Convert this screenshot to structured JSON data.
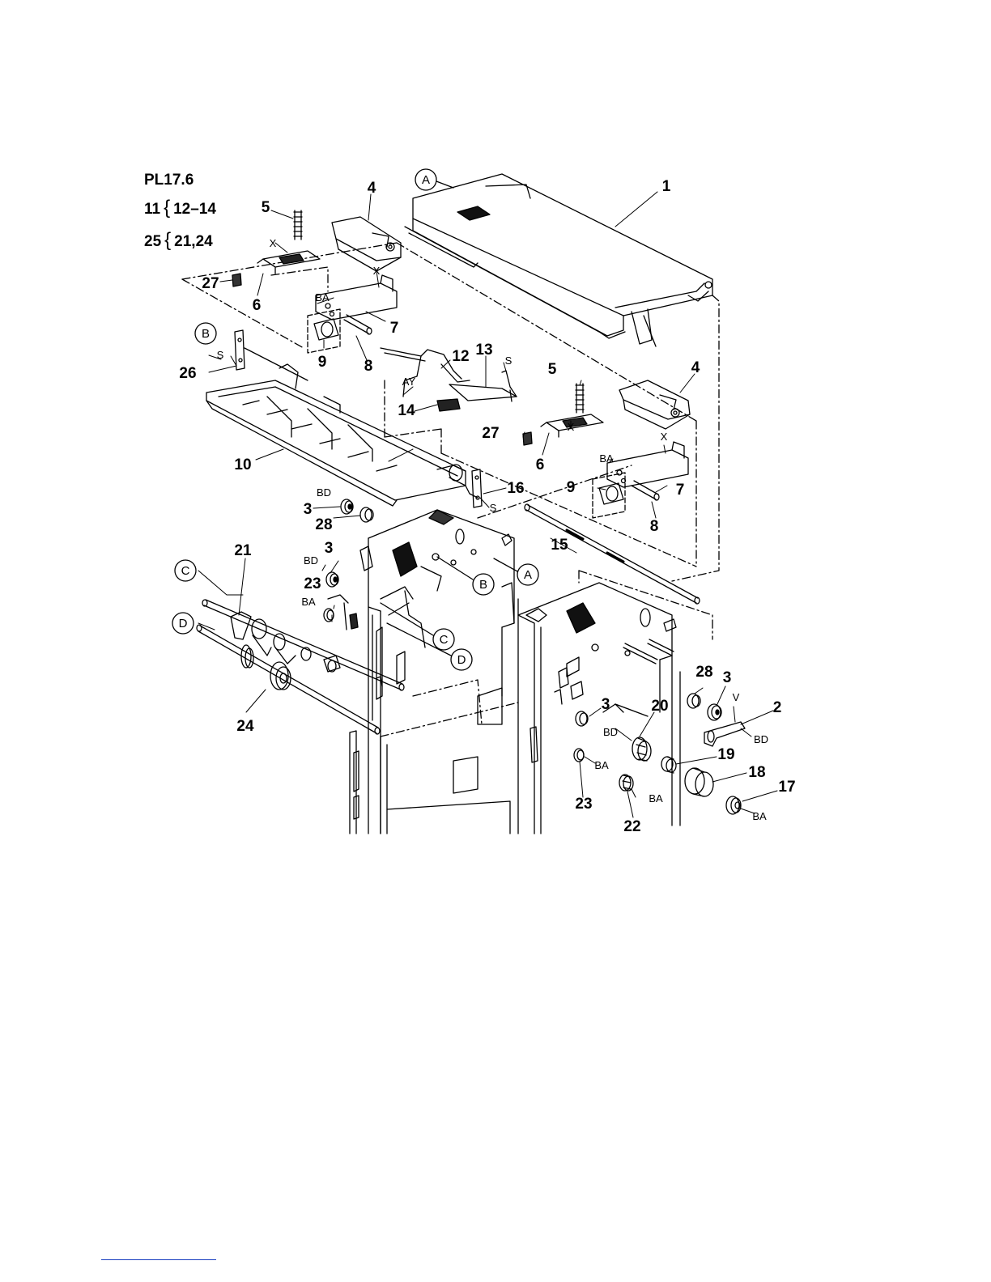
{
  "header": {
    "page_ref": "PL17.6",
    "groups": [
      {
        "parent": "11",
        "children": "12–14"
      },
      {
        "parent": "25",
        "children": "21,24"
      }
    ]
  },
  "callouts": [
    {
      "id": "c1",
      "text": "1"
    },
    {
      "id": "c2",
      "text": "2"
    },
    {
      "id": "c3a",
      "text": "3"
    },
    {
      "id": "c3b",
      "text": "3"
    },
    {
      "id": "c3c",
      "text": "3"
    },
    {
      "id": "c3d",
      "text": "3"
    },
    {
      "id": "c4a",
      "text": "4"
    },
    {
      "id": "c4b",
      "text": "4"
    },
    {
      "id": "c5a",
      "text": "5"
    },
    {
      "id": "c5b",
      "text": "5"
    },
    {
      "id": "c6a",
      "text": "6"
    },
    {
      "id": "c6b",
      "text": "6"
    },
    {
      "id": "c7a",
      "text": "7"
    },
    {
      "id": "c7b",
      "text": "7"
    },
    {
      "id": "c8a",
      "text": "8"
    },
    {
      "id": "c8b",
      "text": "8"
    },
    {
      "id": "c9a",
      "text": "9"
    },
    {
      "id": "c9b",
      "text": "9"
    },
    {
      "id": "c10",
      "text": "10"
    },
    {
      "id": "c12",
      "text": "12"
    },
    {
      "id": "c13",
      "text": "13"
    },
    {
      "id": "c14",
      "text": "14"
    },
    {
      "id": "c15",
      "text": "15"
    },
    {
      "id": "c16",
      "text": "16"
    },
    {
      "id": "c17",
      "text": "17"
    },
    {
      "id": "c18",
      "text": "18"
    },
    {
      "id": "c19",
      "text": "19"
    },
    {
      "id": "c20",
      "text": "20"
    },
    {
      "id": "c21",
      "text": "21"
    },
    {
      "id": "c22",
      "text": "22"
    },
    {
      "id": "c23a",
      "text": "23"
    },
    {
      "id": "c23b",
      "text": "23"
    },
    {
      "id": "c24",
      "text": "24"
    },
    {
      "id": "c26",
      "text": "26"
    },
    {
      "id": "c27a",
      "text": "27"
    },
    {
      "id": "c27b",
      "text": "27"
    },
    {
      "id": "c28a",
      "text": "28"
    },
    {
      "id": "c28b",
      "text": "28"
    }
  ],
  "small_labels": [
    {
      "id": "s1",
      "text": "X"
    },
    {
      "id": "s2",
      "text": "X"
    },
    {
      "id": "s3",
      "text": "X"
    },
    {
      "id": "s4",
      "text": "X"
    },
    {
      "id": "s5",
      "text": "BA"
    },
    {
      "id": "s6",
      "text": "BA"
    },
    {
      "id": "s7",
      "text": "S"
    },
    {
      "id": "s8",
      "text": "S"
    },
    {
      "id": "s9",
      "text": "S"
    },
    {
      "id": "s10",
      "text": "AY"
    },
    {
      "id": "s11",
      "text": "BD"
    },
    {
      "id": "s12",
      "text": "BD"
    },
    {
      "id": "s13",
      "text": "BA"
    },
    {
      "id": "s14",
      "text": "V"
    },
    {
      "id": "s15",
      "text": "BD"
    },
    {
      "id": "s16",
      "text": "BD"
    },
    {
      "id": "s17",
      "text": "BA"
    },
    {
      "id": "s18",
      "text": "BA"
    },
    {
      "id": "s19",
      "text": "BA"
    }
  ],
  "ref_circles": [
    {
      "id": "r1",
      "text": "A"
    },
    {
      "id": "r2",
      "text": "A"
    },
    {
      "id": "r3",
      "text": "B"
    },
    {
      "id": "r4",
      "text": "B"
    },
    {
      "id": "r5",
      "text": "C"
    },
    {
      "id": "r6",
      "text": "C"
    },
    {
      "id": "r7",
      "text": "D"
    },
    {
      "id": "r8",
      "text": "D"
    }
  ]
}
